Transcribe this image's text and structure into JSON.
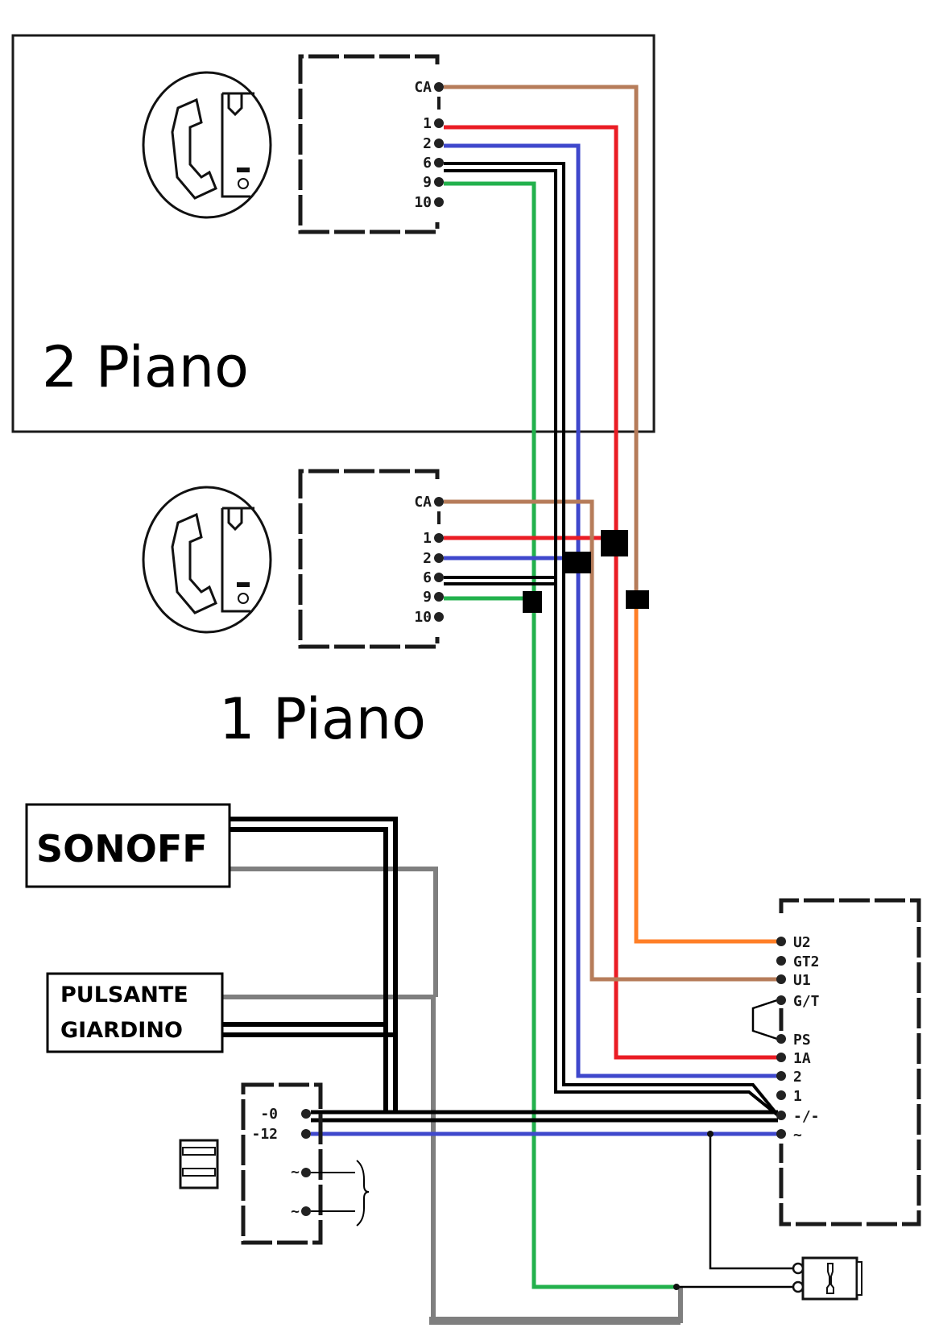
{
  "title": "Schema collegamento citofono con SONOFF",
  "floors": {
    "floor2": {
      "label": "2 Piano"
    },
    "floor1": {
      "label": "1 Piano"
    }
  },
  "handset_terminals": [
    {
      "label": "CA",
      "wire": "brown"
    },
    {
      "label": "1",
      "wire": "red"
    },
    {
      "label": "2",
      "wire": "blue"
    },
    {
      "label": "6",
      "wire": "black"
    },
    {
      "label": "9",
      "wire": "green"
    },
    {
      "label": "10",
      "wire": "none"
    }
  ],
  "devices": {
    "sonoff": {
      "label": "SONOFF"
    },
    "pulsante": {
      "line1": "PULSANTE",
      "line2": "GIARDINO"
    }
  },
  "power_supply": {
    "terminals": [
      {
        "label": "-0"
      },
      {
        "label": "-12"
      },
      {
        "label": "~"
      },
      {
        "label": "~"
      }
    ]
  },
  "door_unit": {
    "terminals": [
      {
        "label": "U2"
      },
      {
        "label": "GT2"
      },
      {
        "label": "U1"
      },
      {
        "label": "G/T"
      },
      {
        "label": "PS"
      },
      {
        "label": "1A"
      },
      {
        "label": "2"
      },
      {
        "label": "1"
      },
      {
        "label": "-/-"
      },
      {
        "label": "~"
      }
    ]
  },
  "wire_colors": {
    "brown": "#b67c5a",
    "red": "#ea1c24",
    "blue": "#3f48cc",
    "black": "#000000",
    "green": "#22b14c",
    "orange": "#ff7f27",
    "gray": "#7f7f7f"
  },
  "icons": {
    "handset": "intercom-handset-icon",
    "transformer": "transformer-icon",
    "lock": "electric-lock-icon"
  }
}
